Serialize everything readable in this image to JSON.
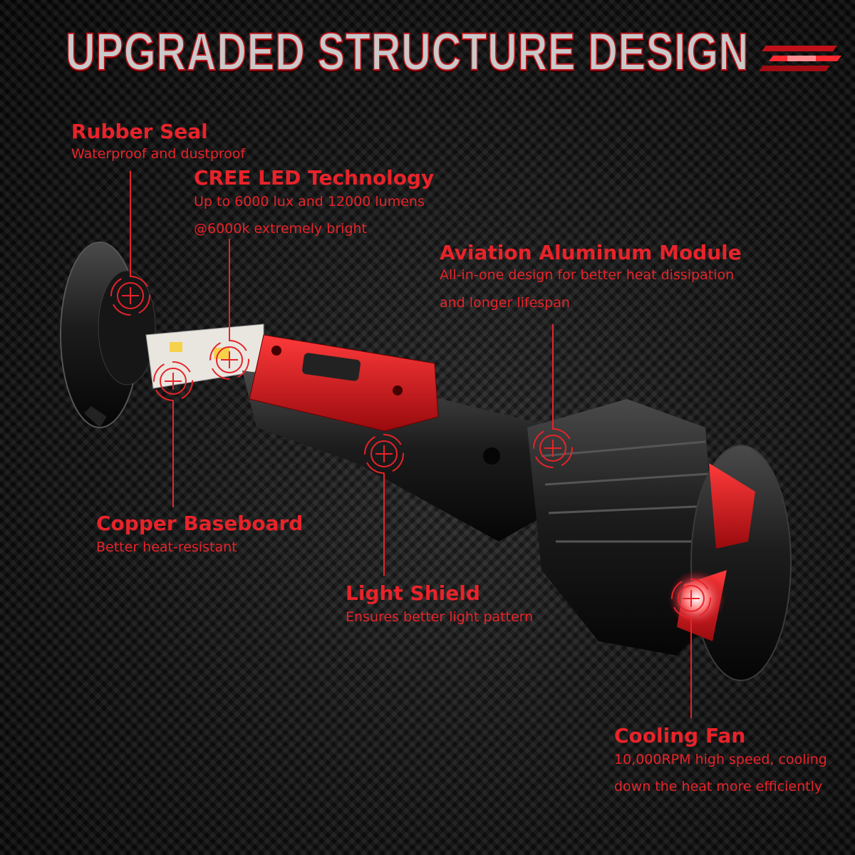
{
  "title": "UPGRADED STRUCTURE DESIGN",
  "colors": {
    "accent": "#e8232a",
    "title_fill": "#c9c9c9"
  },
  "features": [
    {
      "name": "Rubber Seal",
      "lines": [
        "Waterproof and dustproof"
      ]
    },
    {
      "name": "CREE LED Technology",
      "lines": [
        "Up to 6000 lux and 12000 lumens",
        "@6000k extremely bright"
      ]
    },
    {
      "name": "Aviation Aluminum Module",
      "lines": [
        "All-in-one design for better heat dissipation",
        "and longer lifespan"
      ]
    },
    {
      "name": "Copper Baseboard",
      "lines": [
        "Better heat-resistant"
      ]
    },
    {
      "name": "Light Shield",
      "lines": [
        "Ensures better light pattern"
      ]
    },
    {
      "name": "Cooling Fan",
      "lines": [
        "10,000RPM high speed, cooling",
        "down the heat more efficiently"
      ]
    }
  ]
}
